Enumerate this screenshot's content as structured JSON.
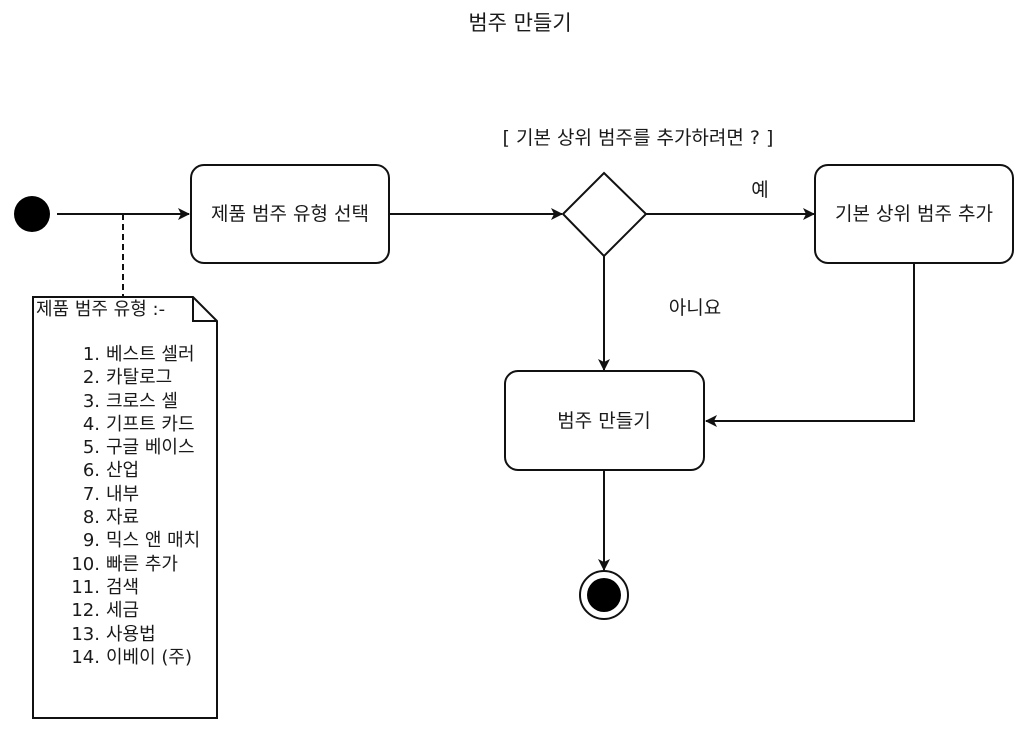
{
  "diagram": {
    "title": "범주 만들기",
    "nodes": {
      "start": {
        "type": "initial"
      },
      "select_type": {
        "type": "action",
        "label": "제품 범주 유형 선택"
      },
      "decision": {
        "type": "decision",
        "guard": "[ 기본 상위 범주를 추가하려면 ? ]"
      },
      "add_parent": {
        "type": "action",
        "label": "기본 상위 범주 추가"
      },
      "create_category": {
        "type": "action",
        "label": "범주 만들기"
      },
      "end": {
        "type": "final"
      }
    },
    "edges": [
      {
        "from": "start",
        "to": "select_type",
        "label": ""
      },
      {
        "from": "select_type",
        "to": "decision",
        "label": ""
      },
      {
        "from": "decision",
        "to": "add_parent",
        "label": "예"
      },
      {
        "from": "decision",
        "to": "create_category",
        "label": "아니요"
      },
      {
        "from": "add_parent",
        "to": "create_category",
        "label": ""
      },
      {
        "from": "create_category",
        "to": "end",
        "label": ""
      }
    ],
    "note": {
      "title": "제품 범주 유형 :-",
      "items": [
        {
          "num": "1.",
          "text": "베스트 셀러"
        },
        {
          "num": "2.",
          "text": "카탈로그"
        },
        {
          "num": "3.",
          "text": "크로스 셀"
        },
        {
          "num": "4.",
          "text": "기프트 카드"
        },
        {
          "num": "5.",
          "text": "구글 베이스"
        },
        {
          "num": "6.",
          "text": "산업"
        },
        {
          "num": "7.",
          "text": "내부"
        },
        {
          "num": "8.",
          "text": "자료"
        },
        {
          "num": "9.",
          "text": "믹스 앤 매치"
        },
        {
          "num": "10.",
          "text": "빠른 추가"
        },
        {
          "num": "11.",
          "text": "검색"
        },
        {
          "num": "12.",
          "text": "세금"
        },
        {
          "num": "13.",
          "text": "사용법"
        },
        {
          "num": "14.",
          "text": "이베이 (주)"
        }
      ]
    }
  }
}
